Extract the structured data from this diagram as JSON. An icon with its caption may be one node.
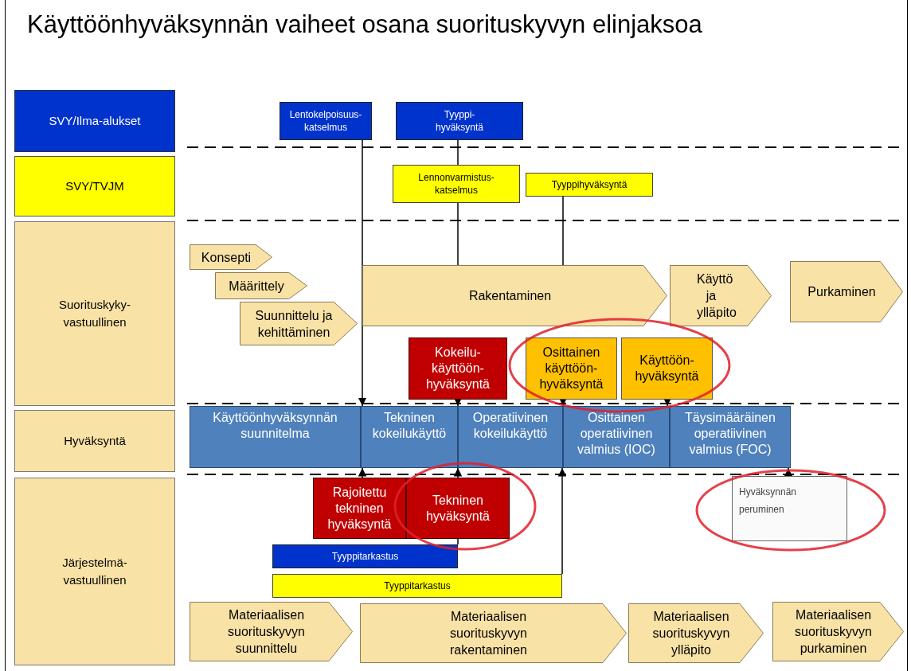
{
  "diagram": {
    "title": "Käyttöönhyväksynnän vaiheet osana suorituskyvyn elinjaksoa",
    "nodes": [
      {
        "text": [
          "SVY/Ilma-alukset"
        ]
      },
      {
        "text": [
          "SVY/TVJM"
        ]
      },
      {
        "text": [
          "Suorituskyky-vastuullinen"
        ]
      },
      {
        "text": [
          "Hyväksyntä"
        ]
      },
      {
        "text": [
          "Järjestelmä-vastuullinen"
        ]
      },
      {
        "text": [
          "Lentokelpoisuus-katselmus"
        ]
      },
      {
        "text": [
          "Tyyppi-hyväksyntä"
        ]
      },
      {
        "text": [
          "Lennonvarmistus-katselmus"
        ]
      },
      {
        "text": [
          "Tyyppihyväksyntä"
        ]
      },
      {
        "text": [
          "Konsepti"
        ]
      },
      {
        "text": [
          "Määrittely"
        ]
      },
      {
        "text": [
          "Suunnittelu ja kehittäminen"
        ]
      },
      {
        "text": [
          "Rakentaminen"
        ]
      },
      {
        "text": [
          "Käyttö ja ylläpito"
        ]
      },
      {
        "text": [
          "Purkaminen"
        ]
      },
      {
        "text": [
          "Kokeilu-käyttöön-hyväksyntä"
        ]
      },
      {
        "text": [
          "Osittainen käyttöön-hyväksyntä"
        ]
      },
      {
        "text": [
          "Käyttöön-hyväksyntä"
        ]
      },
      {
        "text": [
          "Käyttöönhyväksynnän suunnitelma"
        ]
      },
      {
        "text": [
          "Tekninen kokeilukäyttö"
        ]
      },
      {
        "text": [
          "Operatiivinen kokeilukäyttö"
        ]
      },
      {
        "text": [
          "Osittainen operatiivinen valmius (IOC)"
        ]
      },
      {
        "text": [
          "Täysimääräinen operatiivinen valmius (FOC)"
        ]
      },
      {
        "text": [
          "Rajoitettu tekninen hyväksyntä"
        ]
      },
      {
        "text": [
          "Tekninen hyväksyntä"
        ]
      },
      {
        "text": [
          "Tyyppitarkastus"
        ]
      },
      {
        "text": [
          "Tyyppitarkastus"
        ]
      },
      {
        "text": [
          "Hyväksynnän peruminen"
        ]
      },
      {
        "text": [
          "Materiaalisen suorituskyvyn suunnittelu"
        ]
      },
      {
        "text": [
          "Materiaalisen suorituskyvyn rakentaminen"
        ]
      },
      {
        "text": [
          "Materiaalisen suorituskyvyn ylläpito"
        ]
      },
      {
        "text": [
          "Materiaalisen suorituskyvyn purkaminen"
        ]
      }
    ],
    "edges": [
      {
        "from": 5,
        "to": 19,
        "arrow": "to"
      },
      {
        "from": 6,
        "to": 7,
        "arrow": "none"
      },
      {
        "from": 7,
        "to": 12,
        "arrow": "none"
      },
      {
        "from": 15,
        "to": 20,
        "arrow": "to"
      },
      {
        "from": 8,
        "to": 12,
        "arrow": "none"
      },
      {
        "from": 16,
        "to": 21,
        "arrow": "to"
      },
      {
        "from": 17,
        "to": 22,
        "arrow": "to"
      },
      {
        "from": 23,
        "to": 19,
        "arrow": "to"
      },
      {
        "from": 25,
        "to": 24,
        "arrow": "none"
      },
      {
        "from": 24,
        "to": 20,
        "arrow": "to"
      },
      {
        "from": 26,
        "to": 21,
        "arrow": "to"
      },
      {
        "from": 27,
        "to": 22,
        "arrow": "to"
      }
    ]
  }
}
